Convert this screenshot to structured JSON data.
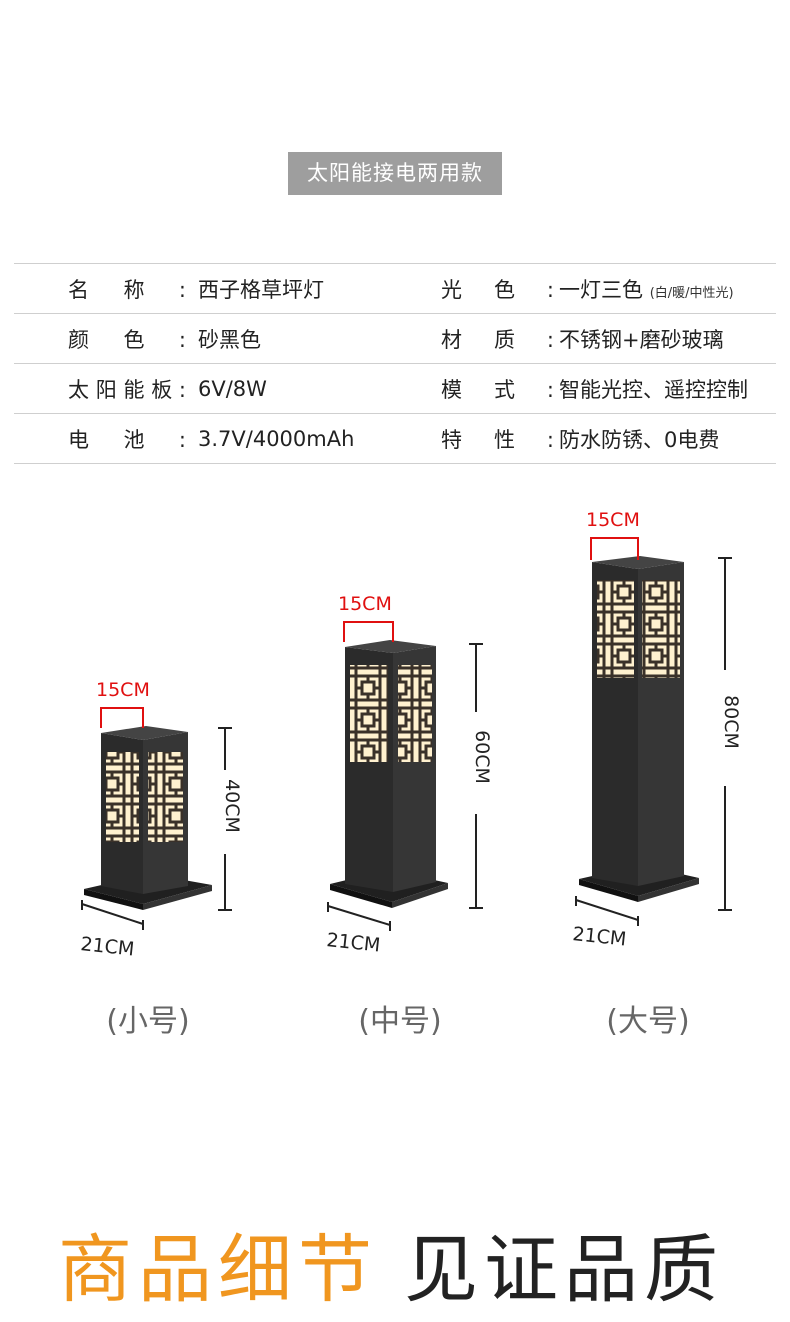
{
  "header": {
    "cut_title": "",
    "tiny_line1": "",
    "tiny_line2": ""
  },
  "tag": "太阳能接电两用款",
  "specs": [
    {
      "k1": "名称:",
      "v1": "西子格草坪灯",
      "k2": "光色:",
      "v2": "一灯三色",
      "note": "(白/暖/中性光)"
    },
    {
      "k1": "颜色:",
      "v1": "砂黑色",
      "k2": "材质:",
      "v2": "不锈钢+磨砂玻璃",
      "note": ""
    },
    {
      "k1": "太阳能板:",
      "v1": "6V/8W",
      "k2": "模式:",
      "v2": "智能光控、遥控控制",
      "note": ""
    },
    {
      "k1": "电池:",
      "v1": "3.7V/4000mAh",
      "k2": "特性:",
      "v2": "防水防锈、0电费",
      "note": ""
    }
  ],
  "dimensions": {
    "top_width": "15CM",
    "base_width": "21CM",
    "heights": [
      "40CM",
      "60CM",
      "80CM"
    ]
  },
  "sizes": [
    "(小号)",
    "(中号)",
    "(大号)"
  ],
  "slogan": {
    "part1": "商品细节",
    "part2": "见证品质"
  },
  "colors": {
    "accent_orange": "#f0961f",
    "red_dim": "#e01010",
    "lamp_body": "#2b2b2b",
    "glow": "#fff1cf"
  }
}
